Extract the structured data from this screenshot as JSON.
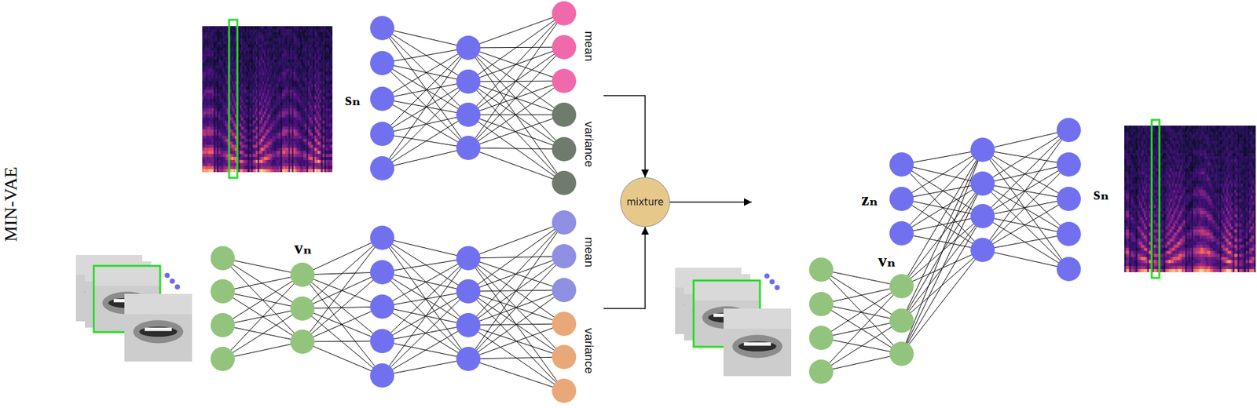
{
  "diagram": {
    "nodes": [
      {
        "text": [
          "mean",
          "variance"
        ]
      },
      {
        "text": [
          "mean",
          "variance"
        ]
      },
      {
        "text": [
          "mixture"
        ]
      }
    ],
    "edges": [
      {
        "from": 0,
        "to": 2,
        "arrow": "to"
      },
      {
        "from": 1,
        "to": 2,
        "arrow": "to"
      }
    ],
    "labels": [
      "MIN-VAE",
      "sₙ",
      "vₙ",
      "zₙ",
      "vₙ",
      "sₙ"
    ]
  }
}
